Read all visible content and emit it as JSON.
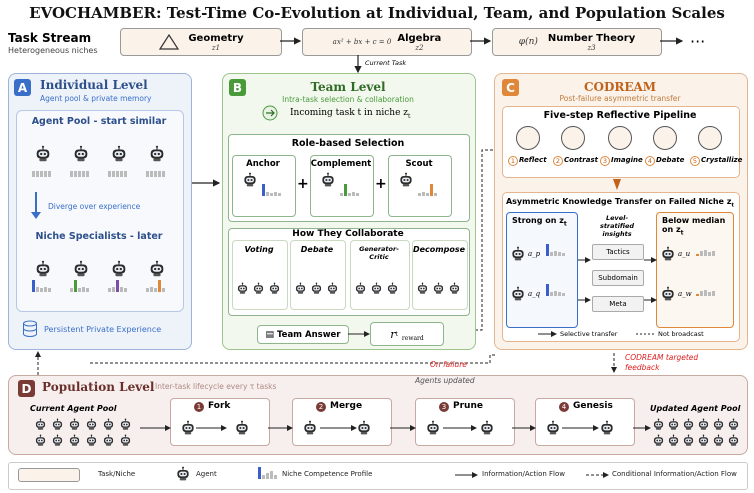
{
  "title": "EVOCHAMBER: Test-Time Co-Evolution at Individual, Team, and Population Scales",
  "task_stream": {
    "title": "Task Stream",
    "subtitle": "Heterogeneous niches",
    "tasks": [
      {
        "symbol": "",
        "name": "Geometry",
        "z": "z1"
      },
      {
        "symbol": "ax² + bx + c = 0",
        "name": "Algebra",
        "z": "z2"
      },
      {
        "symbol": "φ(n)",
        "name": "Number Theory",
        "z": "z3"
      }
    ],
    "ellipsis": "···",
    "current_task": "Current Task"
  },
  "panel_a": {
    "badge": "A",
    "title": "Individual Level",
    "subtitle": "Agent pool & private memory",
    "pool_title": "Agent Pool - start similar",
    "diverge": "Diverge over experience",
    "niche_title": "Niche Specialists - later",
    "memory": "Persistent Private Experience",
    "colors": [
      "#3a5fcd",
      "#4a9a3a",
      "#7b4ea8",
      "#e0883a"
    ]
  },
  "panel_b": {
    "badge": "B",
    "title": "Team Level",
    "subtitle": "Intra-task selection & collaboration",
    "incoming": "Incoming task t in niche z",
    "incoming_sub": "t",
    "role_title": "Role-based Selection",
    "roles": [
      {
        "name": "Anchor",
        "color": "#3a5fcd"
      },
      {
        "name": "Complement",
        "color": "#4a9a3a"
      },
      {
        "name": "Scout",
        "color": "#e0883a"
      }
    ],
    "plus": "+",
    "collab_title": "How They Collaborate",
    "modes": [
      "Voting",
      "Debate",
      "Generator-Critic",
      "Decompose"
    ],
    "team_answer": "Team Answer",
    "reward": "r",
    "reward_sub": "t",
    "reward_label": "reward"
  },
  "panel_c": {
    "badge": "C",
    "title": "CODREAM",
    "subtitle": "Post-failure asymmetric transfer",
    "pipeline_title": "Five-step Reflective Pipeline",
    "steps": [
      {
        "num": "1",
        "name": "Reflect"
      },
      {
        "num": "2",
        "name": "Contrast"
      },
      {
        "num": "3",
        "name": "Imagine"
      },
      {
        "num": "4",
        "name": "Debate"
      },
      {
        "num": "5",
        "name": "Crystallize"
      }
    ],
    "transfer_title": "Asymmetric Knowledge Transfer on Failed Niche z",
    "transfer_sub": "t",
    "strong": "Strong on z",
    "strong_sub": "t",
    "insights_title": "Level-stratified insights",
    "insights": [
      "Tactics",
      "Subdomain",
      "Meta"
    ],
    "below": "Below median on z",
    "below_sub": "t",
    "selective": "Selective transfer",
    "not_broadcast": "Not broadcast",
    "feedback": "CODREAM targeted feedback",
    "on_failure": "On failure",
    "agents_p": [
      "a_p",
      "a_q"
    ],
    "agents_u": [
      "a_u",
      "a_w"
    ]
  },
  "panel_d": {
    "badge": "D",
    "title": "Population Level",
    "subtitle": "Inter-task lifecycle every τ tasks",
    "agents_updated": "Agents updated",
    "current_pool": "Current Agent Pool",
    "steps": [
      {
        "num": "1",
        "name": "Fork"
      },
      {
        "num": "2",
        "name": "Merge"
      },
      {
        "num": "3",
        "name": "Prune"
      },
      {
        "num": "4",
        "name": "Genesis"
      }
    ],
    "updated_pool": "Updated Agent Pool"
  },
  "legend": {
    "task": "Task/Niche",
    "agent": "Agent",
    "profile": "Niche Competence Profile",
    "flow": "Information/Action Flow",
    "cond": "Conditional Information/Action Flow"
  }
}
